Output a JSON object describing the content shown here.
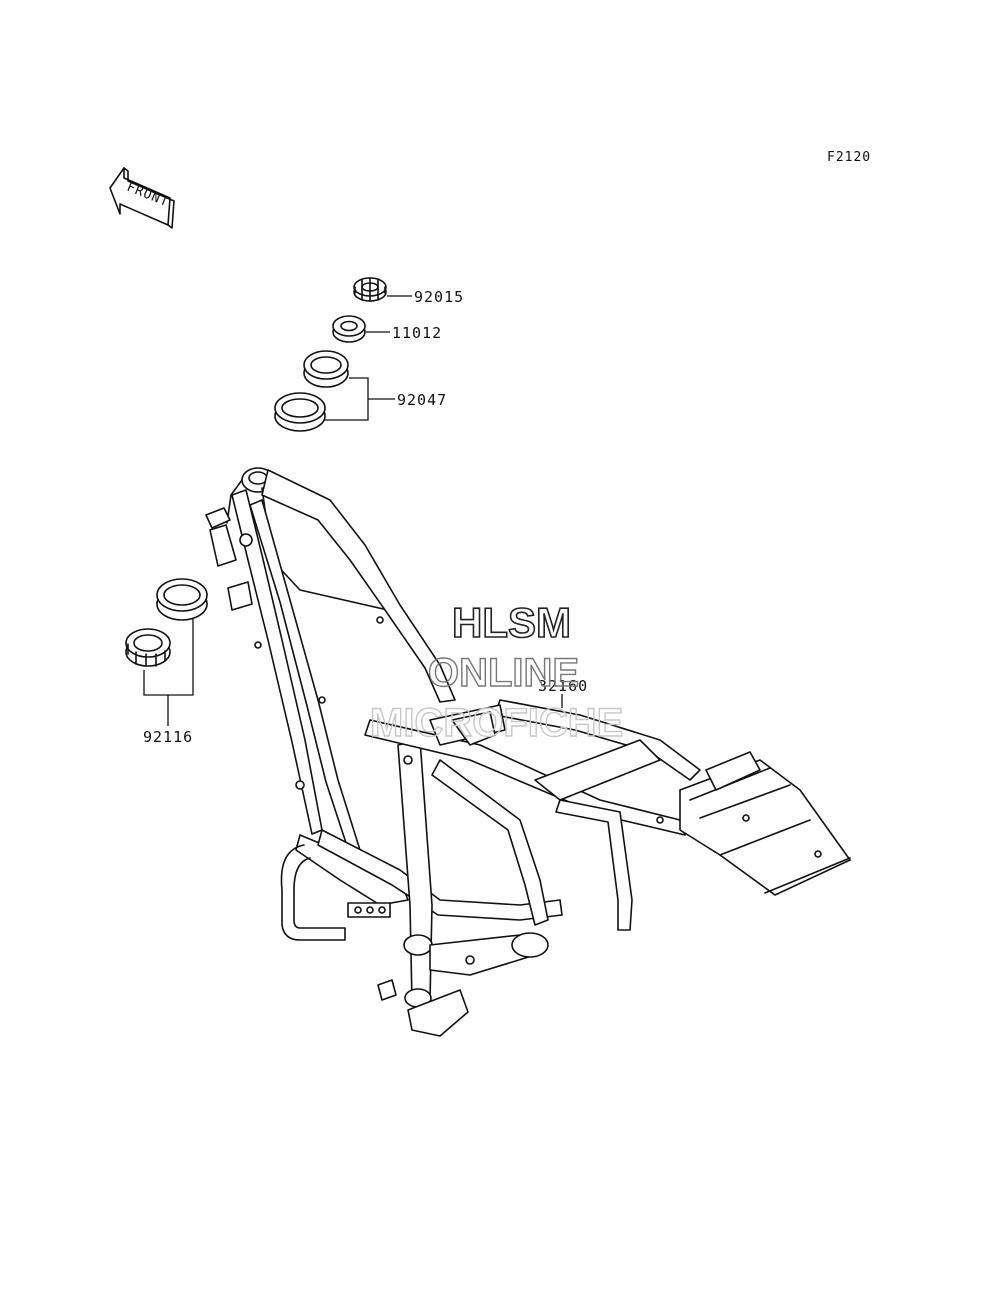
{
  "diagram_ref": "F2120",
  "front_label": "FRONT",
  "watermark": {
    "line1": "HLSM",
    "line2": "ONLINE",
    "line3": "MICROFICHE"
  },
  "parts": [
    {
      "number": "92015"
    },
    {
      "number": "11012"
    },
    {
      "number": "92047"
    },
    {
      "number": "32160"
    },
    {
      "number": "92116"
    }
  ]
}
